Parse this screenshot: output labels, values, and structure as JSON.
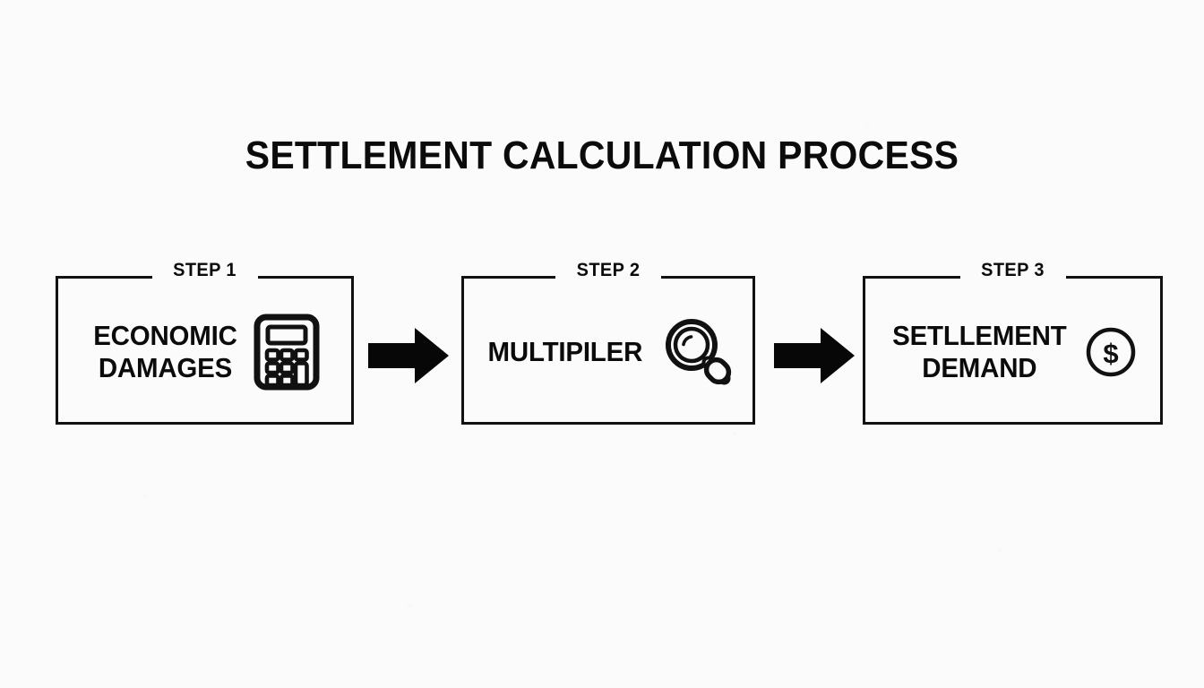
{
  "page": {
    "title": "SETTLEMENT CALCULATION PROCESS",
    "background_color": "#fbfbfb",
    "ink_color": "#111111"
  },
  "steps": [
    {
      "label": "STEP 1",
      "title_lines": [
        "ECONOMIC",
        "DAMAGES"
      ],
      "icon": "calculator-icon"
    },
    {
      "label": "STEP 2",
      "title_lines": [
        "MULTIPILER"
      ],
      "icon": "magnifying-glass-icon"
    },
    {
      "label": "STEP 3",
      "title_lines": [
        "SETLLEMENT",
        "DEMAND"
      ],
      "icon": "dollar-circle-icon"
    }
  ],
  "connectors": [
    {
      "name": "arrow-step1-to-step2",
      "direction": "right"
    },
    {
      "name": "arrow-step2-to-step3",
      "direction": "right"
    }
  ]
}
